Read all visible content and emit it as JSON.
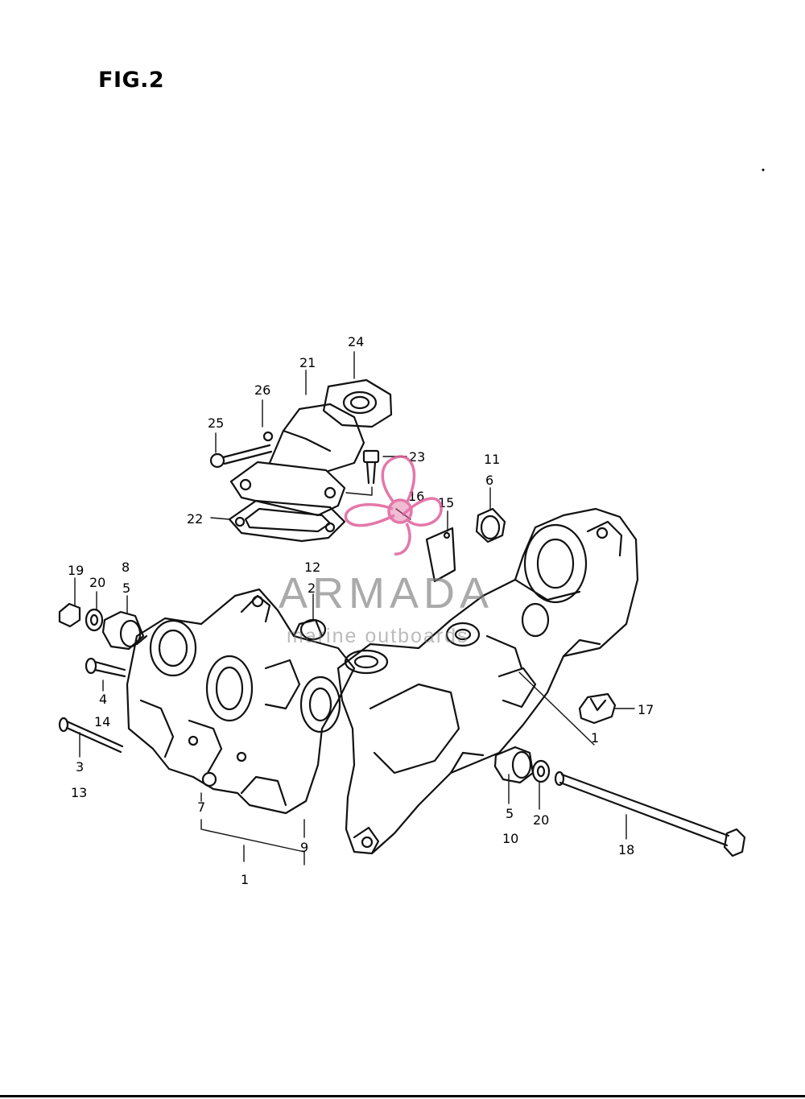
{
  "figure": {
    "title": "FIG.2"
  },
  "watermark": {
    "brand": "ARMADA",
    "tagline": "marine outboards",
    "brand_color": "#e0609c",
    "text_color": "#7a7a7a"
  },
  "callouts": [
    "24",
    "21",
    "26",
    "25",
    "23",
    "16",
    "15",
    "11",
    "6",
    "22",
    "19",
    "20",
    "8",
    "5",
    "12",
    "2",
    "4",
    "14",
    "3",
    "13",
    "7",
    "9",
    "1",
    "17",
    "1",
    "5",
    "10",
    "20",
    "18"
  ]
}
